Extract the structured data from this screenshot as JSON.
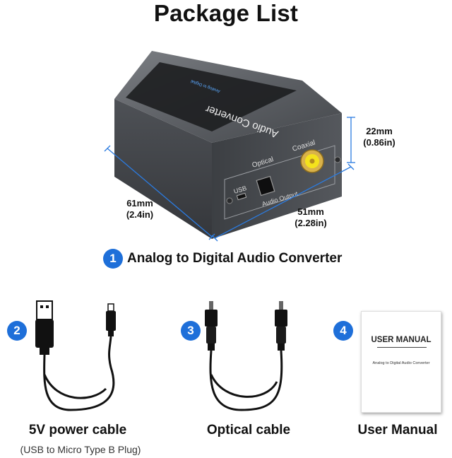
{
  "page": {
    "title": "Package List"
  },
  "device": {
    "top_label": "Audio Converter",
    "top_sublabel": "Analog to Digital",
    "port_labels": {
      "optical": "Optical",
      "coaxial": "Coaxial",
      "usb": "USB",
      "audio_output": "Audio Output"
    }
  },
  "dimensions": {
    "height_mm": "22mm",
    "height_in": "(0.86in)",
    "depth_mm": "61mm",
    "depth_in": "(2.4in)",
    "width_mm": "51mm",
    "width_in": "(2.28in)"
  },
  "items": [
    {
      "number": "1",
      "label": "Analog to Digital Audio Converter"
    },
    {
      "number": "2",
      "label": "5V power cable",
      "sublabel": "(USB to Micro Type B Plug)"
    },
    {
      "number": "3",
      "label": "Optical cable"
    },
    {
      "number": "4",
      "label": "User Manual"
    }
  ],
  "manual": {
    "cover_title": "USER MANUAL",
    "cover_subtitle": "Analog to Digital Audio Converter"
  },
  "colors": {
    "badge": "#1e6fd9",
    "device_body": "#4a4d52",
    "coax_gold": "#d9b24a",
    "coax_yellow": "#f4e21c"
  }
}
